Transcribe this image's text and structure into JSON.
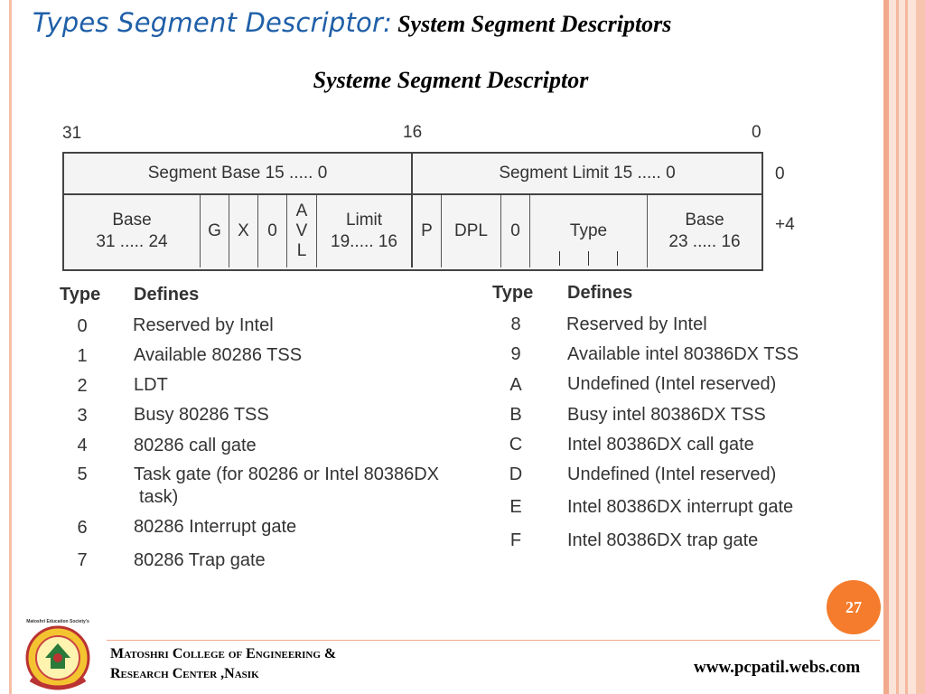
{
  "title": {
    "blue": "Types Segment Descriptor:",
    "black": "System Segment Descriptors"
  },
  "subtitle": "Systeme Segment Descriptor",
  "diagram": {
    "bit_31": "31",
    "bit_16": "16",
    "bit_0": "0",
    "row0_left": "Segment Base 15 ..... 0",
    "row0_right": "Segment Limit 15 ..... 0",
    "row0_offset": "0",
    "row1": {
      "base_hi_1": "Base",
      "base_hi_2": "31 ..... 24",
      "g": "G",
      "x": "X",
      "zero1": "0",
      "avl_a": "A",
      "avl_v": "V",
      "avl_l": "L",
      "limit_1": "Limit",
      "limit_2": "19..... 16",
      "p": "P",
      "dpl": "DPL",
      "zero2": "0",
      "type": "Type",
      "base_mid_1": "Base",
      "base_mid_2": "23 ..... 16"
    },
    "row1_offset": "+4"
  },
  "table": {
    "type_header": "Type",
    "defines_header": "Defines",
    "left": [
      {
        "code": "0",
        "def": "Reserved by Intel"
      },
      {
        "code": "1",
        "def": "Available 80286 TSS"
      },
      {
        "code": "2",
        "def": "LDT"
      },
      {
        "code": "3",
        "def": "Busy 80286 TSS"
      },
      {
        "code": "4",
        "def": "80286 call gate"
      },
      {
        "code": "5",
        "def": "Task gate (for 80286 or Intel 80386DX",
        "def2": "task)"
      },
      {
        "code": "6",
        "def": "80286 Interrupt gate"
      },
      {
        "code": "7",
        "def": "80286 Trap gate"
      }
    ],
    "right": [
      {
        "code": "8",
        "def": "Reserved by Intel"
      },
      {
        "code": "9",
        "def": "Available intel 80386DX TSS"
      },
      {
        "code": "A",
        "def": "Undefined (Intel reserved)"
      },
      {
        "code": "B",
        "def": "Busy intel 80386DX TSS"
      },
      {
        "code": "C",
        "def": "Intel 80386DX call gate"
      },
      {
        "code": "D",
        "def": "Undefined (Intel reserved)"
      },
      {
        "code": "E",
        "def": "Intel 80386DX  interrupt gate"
      },
      {
        "code": "F",
        "def": "Intel 80386DX trap gate"
      }
    ]
  },
  "footer": {
    "page_number": "27",
    "college_line1": "Matoshri College of Engineering  &",
    "college_line2": "Research Center ,Nasik",
    "website": "www.pcpatil.webs.com",
    "logo_text": "Matoshri Education Society's"
  },
  "colors": {
    "title_blue": "#1f5fa8",
    "accent_orange": "#f47c2c",
    "stripe": "#f2a88a"
  }
}
